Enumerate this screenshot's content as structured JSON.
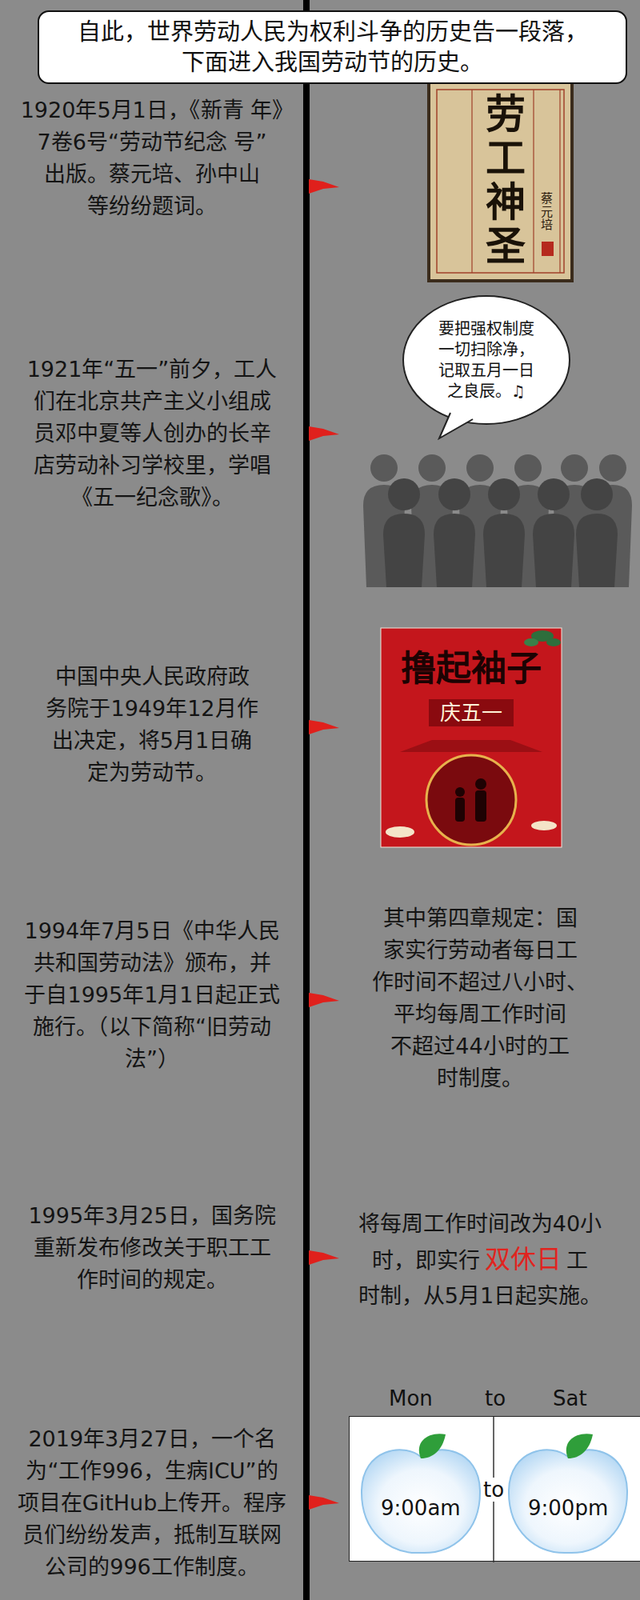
{
  "diagram": {
    "nodes": [
      {
        "text": [
          "自此，世界劳动人民为权利斗争的历史告一段落， 下面进入我国劳动节的历史。"
        ]
      },
      {
        "text": [
          "要把强权制度 一切扫除净， 记取五月一日 之良辰。♫"
        ]
      },
      {
        "text": [
          "to"
        ]
      },
      {
        "text": [
          "9:00am"
        ],
        "in": 2
      },
      {
        "text": [
          "9:00pm"
        ],
        "in": 2
      }
    ],
    "labels": [
      "1920年5月1日，《新青 年》7卷6号“劳动节纪念 号”出版。蔡元培、孙中山 等纷纷题词。",
      "劳工神圣",
      "蔡元培",
      "1921年“五一”前夕，工人 们在北京共产主义小组成 员邓中夏等人创办的长辛 店劳动补习学校里，学唱 《五一纪念歌》。",
      "中国中央人民政府政 务院于1949年12月作 出决定，将5月1日确 定为劳动节。",
      "撸起袖子",
      "庆五一",
      "1994年7月5日《中华人民 共和国劳动法》颁布，并 于自1995年1月1日起正式 施行。（以下简称“旧劳动 法”）",
      "其中第四章规定：国 家实行劳动者每日工 作时间不超过八小时、 平均每周工作时间 不超过44小时的工 时制度。",
      "1995年3月25日，国务院 重新发布修改关于职工工 作时间的规定。",
      "将每周工作时间改为40小 时，即实行",
      "双休日",
      "工 时制，从5月1日起实施。",
      "2019年3月27日，一个名 为“工作996，生病ICU”的 项目在GitHub上传开。程序 员们纷纷发声，抵制互联网 公司的996工作制度。",
      "Mon",
      "to",
      "Sat"
    ]
  }
}
